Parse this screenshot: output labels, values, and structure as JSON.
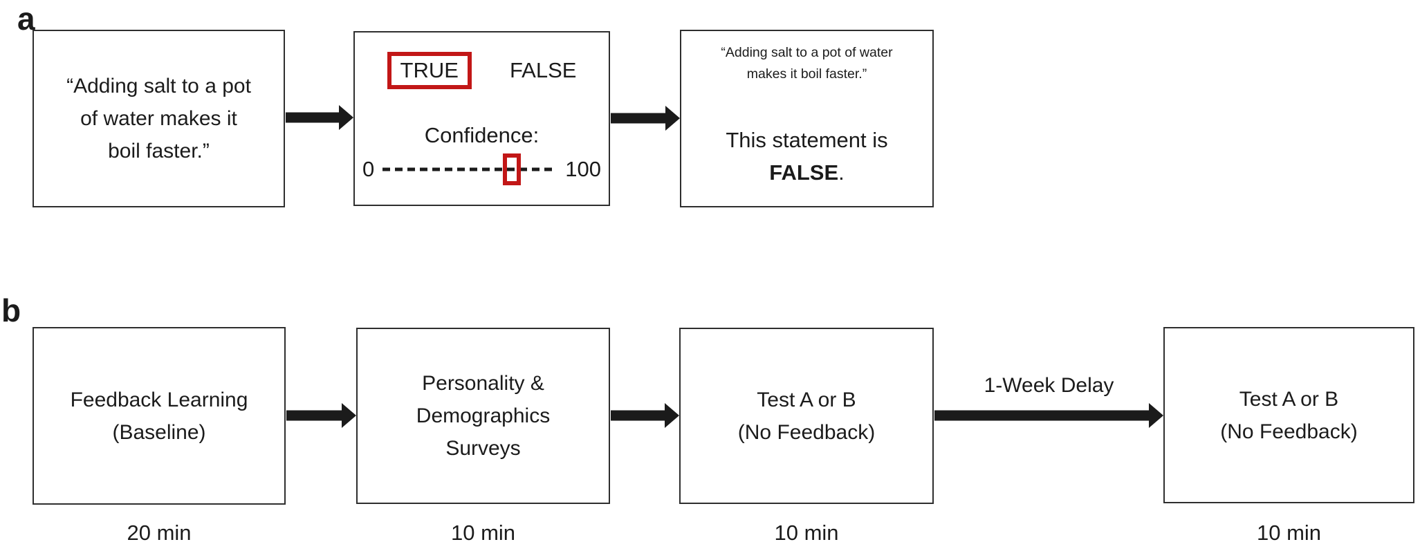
{
  "panel_a": {
    "label": "a",
    "statement_box": {
      "lines": [
        "“Adding salt to a pot",
        "of water makes it",
        "boil faster.”"
      ]
    },
    "response_box": {
      "true_label": "TRUE",
      "false_label": "FALSE",
      "confidence_label": "Confidence:",
      "scale_min": "0",
      "scale_max": "100",
      "marker_position_pct": 74
    },
    "feedback_box": {
      "statement_lines": [
        "“Adding salt to a pot of water",
        "makes it boil faster.”"
      ],
      "result_prefix": "This statement is",
      "result_word": "FALSE",
      "result_period": "."
    }
  },
  "panel_b": {
    "label": "b",
    "stages": [
      {
        "lines": [
          "Feedback Learning",
          "(Baseline)"
        ],
        "duration": "20 min"
      },
      {
        "lines": [
          "Personality &",
          "Demographics",
          "Surveys"
        ],
        "duration": "10 min"
      },
      {
        "lines": [
          "Test A or B",
          "(No Feedback)"
        ],
        "duration": "10 min"
      },
      {
        "lines": [
          "Test A or B",
          "(No Feedback)"
        ],
        "duration": "10 min"
      }
    ],
    "delay_label": "1-Week Delay"
  },
  "colors": {
    "highlight_red": "#c21717",
    "box_border": "#2e2e2e",
    "text": "#1b1b1b"
  }
}
